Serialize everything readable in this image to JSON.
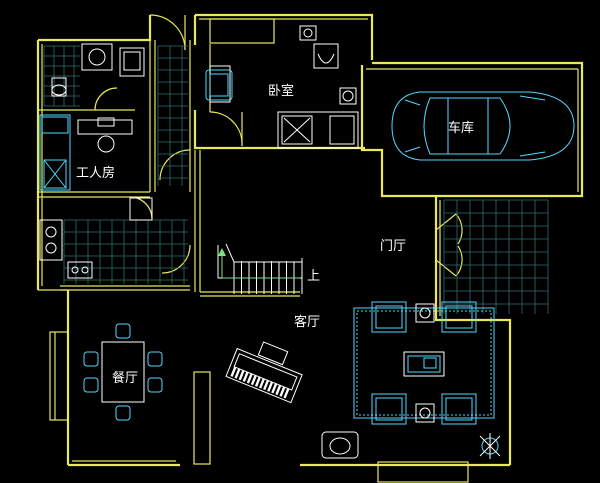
{
  "rooms": {
    "bedroom": "卧室",
    "garage": "车库",
    "servant_room": "工人房",
    "foyer": "门厅",
    "living_room": "客厅",
    "dining_room": "餐厅",
    "stair_up": "上"
  },
  "colors": {
    "background": "#000000",
    "wall": "#e8e85a",
    "furniture": "#4fd8ff",
    "tile_grid": "#2f6f6f",
    "stair_arrow": "#7fe07f",
    "label": "#ffffff"
  }
}
